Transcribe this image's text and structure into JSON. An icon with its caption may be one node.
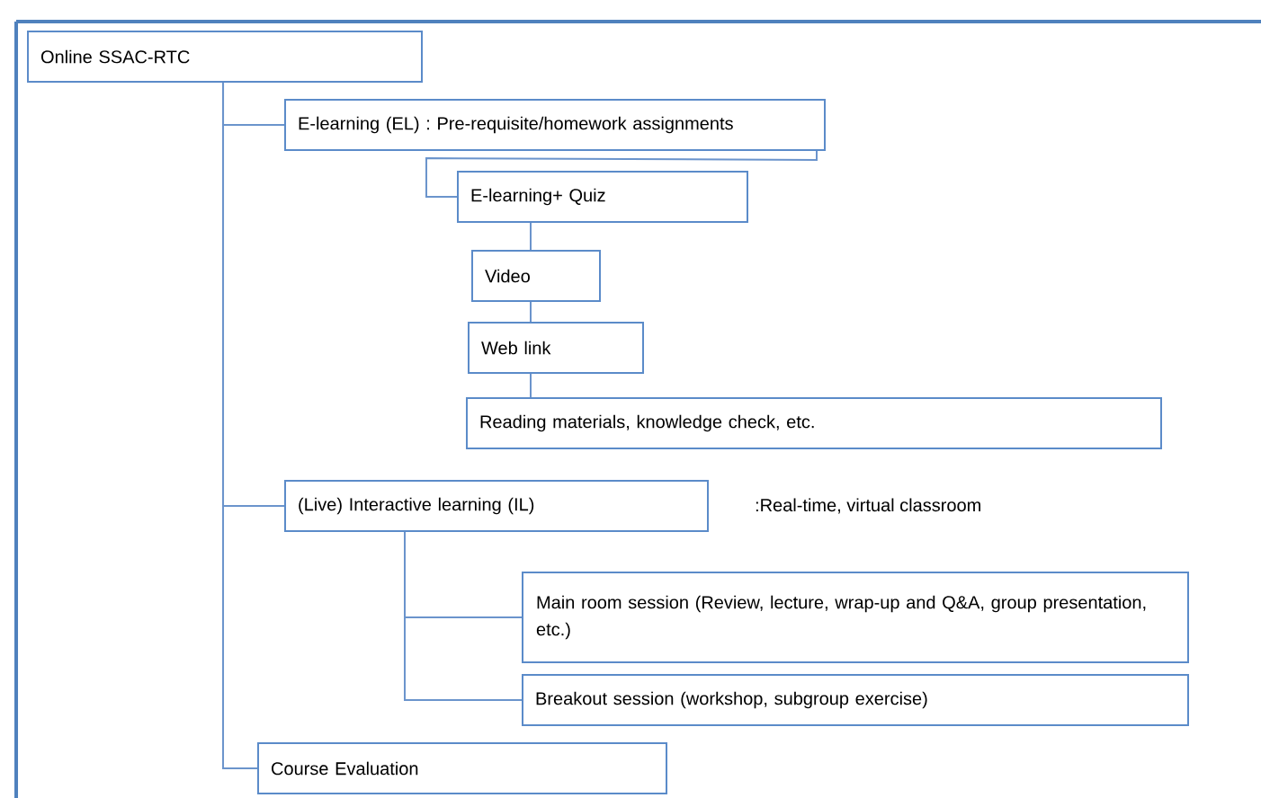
{
  "diagram": {
    "nodes": [
      {
        "text": [
          "Online SSAC-RTC"
        ]
      },
      {
        "text": [
          "E-learning (EL) : Pre-requisite/homework assignments"
        ]
      },
      {
        "text": [
          "E-learning+ Quiz"
        ]
      },
      {
        "text": [
          "Video"
        ]
      },
      {
        "text": [
          "Web link"
        ]
      },
      {
        "text": [
          "Reading materials, knowledge check, etc."
        ]
      },
      {
        "text": [
          "(Live) Interactive learning (IL)"
        ],
        "beside": [
          ":Real-time, virtual classroom"
        ]
      },
      {
        "text": [
          "Main room session (Review, lecture, wrap-up and Q&A, group presentation, etc.)"
        ]
      },
      {
        "text": [
          "Breakout session (workshop, subgroup exercise)"
        ]
      },
      {
        "text": [
          "Course Evaluation"
        ]
      }
    ],
    "edges": [
      {
        "from": 0,
        "to": 1,
        "arrow": "none"
      },
      {
        "from": 0,
        "to": 6,
        "arrow": "none"
      },
      {
        "from": 0,
        "to": 9,
        "arrow": "none"
      },
      {
        "from": 1,
        "to": 2,
        "arrow": "none"
      },
      {
        "from": 2,
        "to": 3,
        "arrow": "none"
      },
      {
        "from": 3,
        "to": 4,
        "arrow": "none"
      },
      {
        "from": 4,
        "to": 5,
        "arrow": "none"
      },
      {
        "from": 6,
        "to": 7,
        "arrow": "none"
      },
      {
        "from": 6,
        "to": 8,
        "arrow": "none"
      }
    ]
  }
}
